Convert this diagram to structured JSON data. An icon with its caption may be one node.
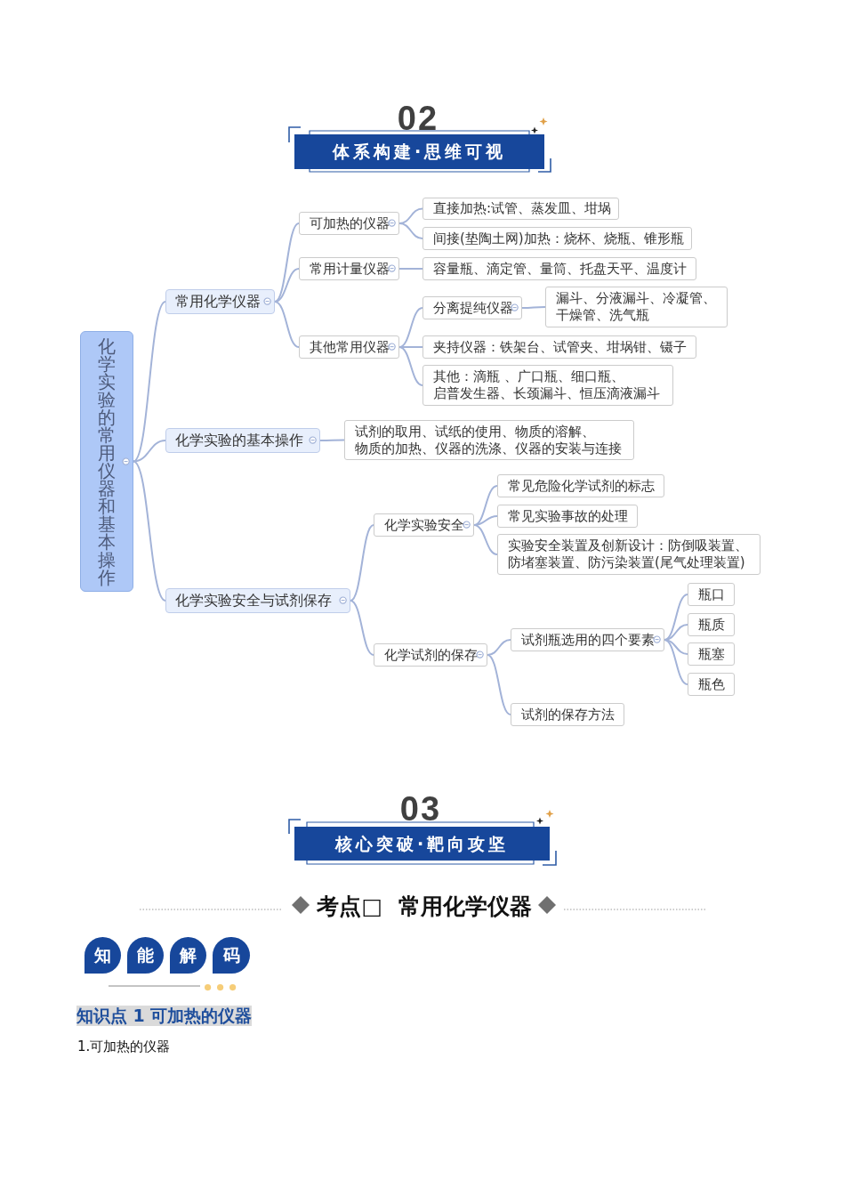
{
  "diagram": {
    "nodes": [
      {
        "text": [
          "02",
          "体系构建·思维可视"
        ]
      },
      {
        "text": [
          "化学实验的常用仪器和基本操作"
        ]
      },
      {
        "text": [
          "常用化学仪器"
        ]
      },
      {
        "text": [
          "可加热的仪器"
        ]
      },
      {
        "text": [
          "直接加热:试管、蒸发皿、坩埚"
        ]
      },
      {
        "text": [
          "间接(垫陶土网)加热：烧杯、烧瓶、锥形瓶"
        ]
      },
      {
        "text": [
          "常用计量仪器"
        ]
      },
      {
        "text": [
          "容量瓶、滴定管、量筒、托盘天平、温度计"
        ]
      },
      {
        "text": [
          "其他常用仪器"
        ]
      },
      {
        "text": [
          "分离提纯仪器"
        ]
      },
      {
        "text": [
          "漏斗、分液漏斗、冷凝管、干燥管、洗气瓶"
        ]
      },
      {
        "text": [
          "夹持仪器：铁架台、试管夹、坩埚钳、镊子"
        ]
      },
      {
        "text": [
          "其他：滴瓶 、广口瓶、细口瓶、启普发生器、长颈漏斗、恒压滴液漏斗"
        ]
      },
      {
        "text": [
          "化学实验的基本操作"
        ]
      },
      {
        "text": [
          "试剂的取用、试纸的使用、物质的溶解、物质的加热、仪器的洗涤、仪器的安装与连接"
        ]
      },
      {
        "text": [
          "化学实验安全与试剂保存"
        ]
      },
      {
        "text": [
          "化学实验安全"
        ]
      },
      {
        "text": [
          "常见危险化学试剂的标志"
        ]
      },
      {
        "text": [
          "常见实验事故的处理"
        ]
      },
      {
        "text": [
          "实验安全装置及创新设计：防倒吸装置、防堵塞装置、防污染装置(尾气处理装置)"
        ]
      },
      {
        "text": [
          "化学试剂的保存"
        ]
      },
      {
        "text": [
          "试剂瓶选用的四个要素"
        ]
      },
      {
        "text": [
          "瓶口"
        ]
      },
      {
        "text": [
          "瓶质"
        ]
      },
      {
        "text": [
          "瓶塞"
        ]
      },
      {
        "text": [
          "瓶色"
        ]
      },
      {
        "text": [
          "试剂的保存方法"
        ]
      },
      {
        "text": [
          "03",
          "核心突破·靶向攻坚"
        ]
      },
      {
        "text": [
          "知"
        ]
      },
      {
        "text": [
          "能"
        ]
      },
      {
        "text": [
          "解"
        ]
      },
      {
        "text": [
          "码"
        ]
      }
    ],
    "edges": [
      {
        "from": 1,
        "to": 2,
        "arrow": "none"
      },
      {
        "from": 1,
        "to": 13,
        "arrow": "none"
      },
      {
        "from": 1,
        "to": 15,
        "arrow": "none"
      },
      {
        "from": 2,
        "to": 3,
        "arrow": "none"
      },
      {
        "from": 2,
        "to": 6,
        "arrow": "none"
      },
      {
        "from": 2,
        "to": 8,
        "arrow": "none"
      },
      {
        "from": 3,
        "to": 4,
        "arrow": "none"
      },
      {
        "from": 3,
        "to": 5,
        "arrow": "none"
      },
      {
        "from": 6,
        "to": 7,
        "arrow": "none"
      },
      {
        "from": 8,
        "to": 9,
        "arrow": "none"
      },
      {
        "from": 8,
        "to": 11,
        "arrow": "none"
      },
      {
        "from": 8,
        "to": 12,
        "arrow": "none"
      },
      {
        "from": 9,
        "to": 10,
        "arrow": "none"
      },
      {
        "from": 13,
        "to": 14,
        "arrow": "none"
      },
      {
        "from": 15,
        "to": 16,
        "arrow": "none"
      },
      {
        "from": 15,
        "to": 20,
        "arrow": "none"
      },
      {
        "from": 16,
        "to": 17,
        "arrow": "none"
      },
      {
        "from": 16,
        "to": 18,
        "arrow": "none"
      },
      {
        "from": 16,
        "to": 19,
        "arrow": "none"
      },
      {
        "from": 20,
        "to": 21,
        "arrow": "none"
      },
      {
        "from": 20,
        "to": 26,
        "arrow": "none"
      },
      {
        "from": 21,
        "to": 22,
        "arrow": "none"
      },
      {
        "from": 21,
        "to": 23,
        "arrow": "none"
      },
      {
        "from": 21,
        "to": 24,
        "arrow": "none"
      },
      {
        "from": 21,
        "to": 25,
        "arrow": "none"
      }
    ],
    "labels": [
      "考点□  常用化学仪器",
      "知识点 1 可加热的仪器",
      "1.可加热的仪器"
    ]
  }
}
